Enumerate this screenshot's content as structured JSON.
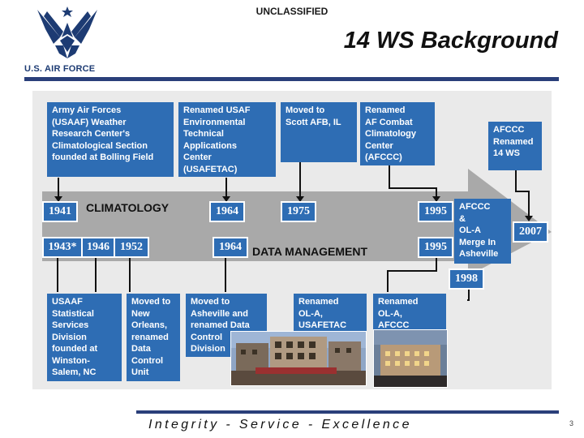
{
  "header": {
    "classification": "UNCLASSIFIED",
    "title": "14 WS Background",
    "logo_text": "U.S. AIR FORCE"
  },
  "timeline": {
    "climatology_label": "CLIMATOLOGY",
    "data_management_label": "DATA MANAGEMENT",
    "climatology_years": [
      "1941",
      "1964",
      "1975",
      "1995"
    ],
    "data_years": [
      "1943*",
      "1946",
      "1952",
      "1964",
      "1995"
    ],
    "year_1998": "1998",
    "year_2007": "2007",
    "top_events": [
      "Army Air Forces\n(USAAF) Weather\nResearch Center's\nClimatological Section\nfounded at Bolling Field",
      "Renamed USAF\nEnvironmental\nTechnical\nApplications\nCenter\n(USAFETAC)",
      "Moved to\nScott AFB, IL",
      "Renamed\nAF Combat\nClimatology\nCenter\n(AFCCC)",
      "AFCCC\nRenamed\n14 WS"
    ],
    "merge_event": "AFCCC\n&\nOL-A\nMerge In\nAsheville",
    "bottom_events": [
      "USAAF\nStatistical\nServices\nDivision\nfounded at\nWinston-\nSalem, NC",
      "Moved to\nNew\nOrleans,\nrenamed\nData\nControl\nUnit",
      "Moved to\nAsheville and\nrenamed Data\nControl\nDivision",
      "Renamed\nOL-A,\nUSAFETAC",
      "Renamed\nOL-A,\nAFCCC"
    ]
  },
  "footer": {
    "slogan": "Integrity - Service - Excellence",
    "page_number": "3"
  },
  "colors": {
    "box_blue": "#2e6db4",
    "band_gray": "#a9a9a9",
    "rule_navy": "#2a3f7a",
    "panel_bg": "#eaeaea"
  }
}
